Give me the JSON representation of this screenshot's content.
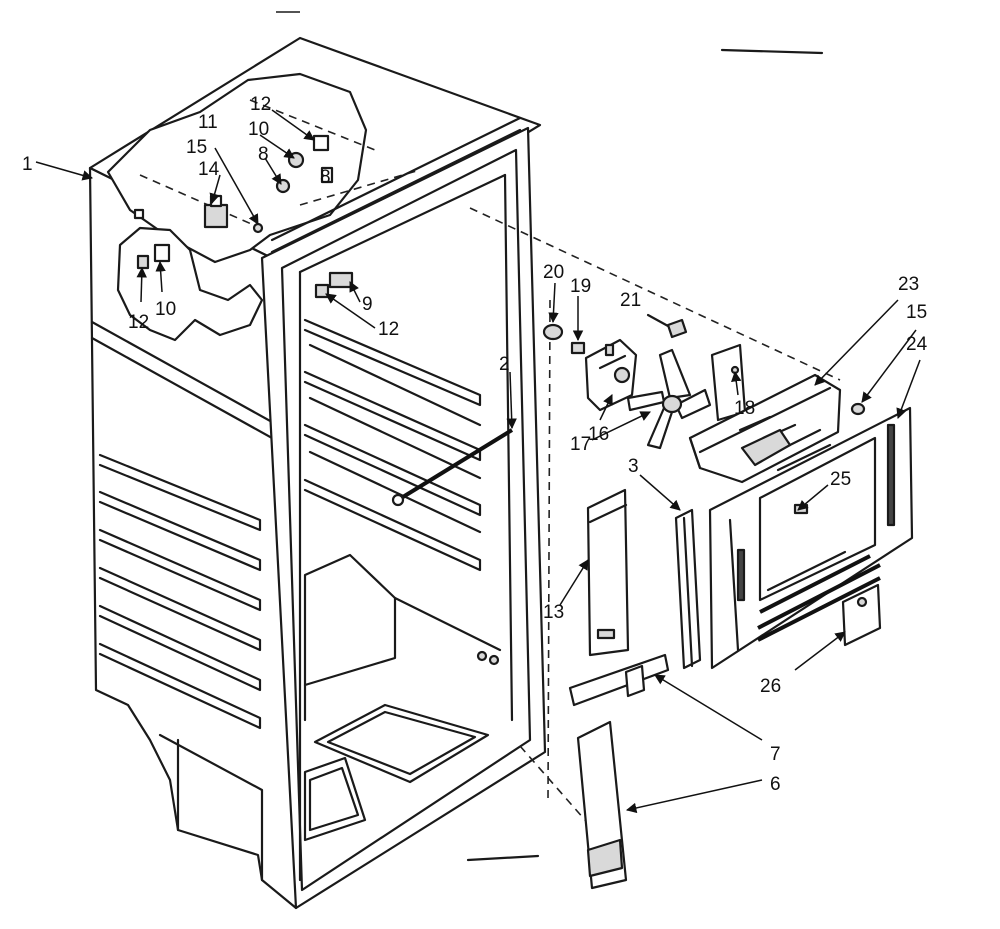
{
  "colors": {
    "ink": "#1a1a1a",
    "paper": "#ffffff"
  },
  "callouts": {
    "c1": "1",
    "c2": "2",
    "c3": "3",
    "c6": "6",
    "c7": "7",
    "c8a": "8",
    "c8b": "8",
    "c9": "9",
    "c10a": "10",
    "c10b": "10",
    "c11": "11",
    "c12a": "12",
    "c12b": "12",
    "c12c": "12",
    "c13": "13",
    "c14": "14",
    "c15a": "15",
    "c15b": "15",
    "c16": "16",
    "c17": "17",
    "c18": "18",
    "c19": "19",
    "c20": "20",
    "c21": "21",
    "c23": "23",
    "c24": "24",
    "c25": "25",
    "c26": "26"
  }
}
